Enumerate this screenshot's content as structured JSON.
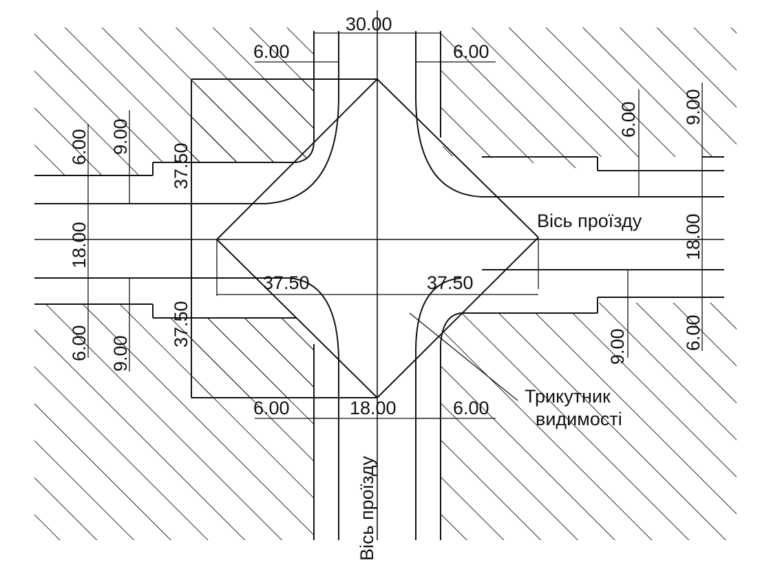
{
  "dimensions": {
    "top_width": "30.00",
    "top_sidewalk_left": "6.00",
    "top_sidewalk_right": "6.00",
    "left_sidewalk_top": "6.00",
    "left_offset_top": "9.00",
    "left_setback_upper": "37.50",
    "left_road_width": "18.00",
    "left_setback_lower": "37.50",
    "left_sidewalk_bottom": "6.00",
    "left_offset_bottom": "9.00",
    "center_left": "37.50",
    "center_right": "37.50",
    "right_sidewalk_top": "6.00",
    "right_offset_top": "9.00",
    "right_road_width": "18.00",
    "right_offset_bottom": "9.00",
    "right_sidewalk_bottom": "6.00",
    "bottom_sidewalk_left": "6.00",
    "bottom_width": "18.00",
    "bottom_sidewalk_right": "6.00"
  },
  "labels": {
    "axis_horizontal": "Вісь проїзду",
    "axis_vertical": "Вісь проїзду",
    "triangle_line1": "Трикутник",
    "triangle_line2": "видимості"
  }
}
